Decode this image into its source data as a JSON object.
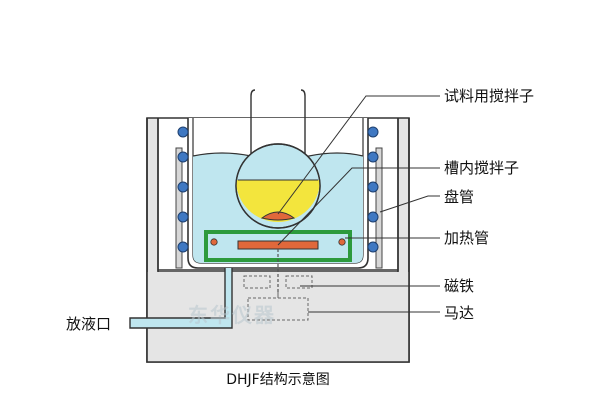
{
  "diagram": {
    "caption": "DHJF结构示意图",
    "watermark": "东华仪器",
    "labels": {
      "sample_stirrer": "试料用搅拌子",
      "bath_stirrer": "槽内搅拌子",
      "coil": "盘管",
      "heating_tube": "加热管",
      "magnet": "磁铁",
      "motor": "马达",
      "drain": "放液口"
    },
    "colors": {
      "housing": "#e5e5e5",
      "liquid": "#bfe6ef",
      "sample": "#f3e53d",
      "coil_ball": "#3f78c2",
      "heater_frame": "#2c9a3d",
      "stir_bar": "#e0683b",
      "outline": "#444444"
    }
  }
}
